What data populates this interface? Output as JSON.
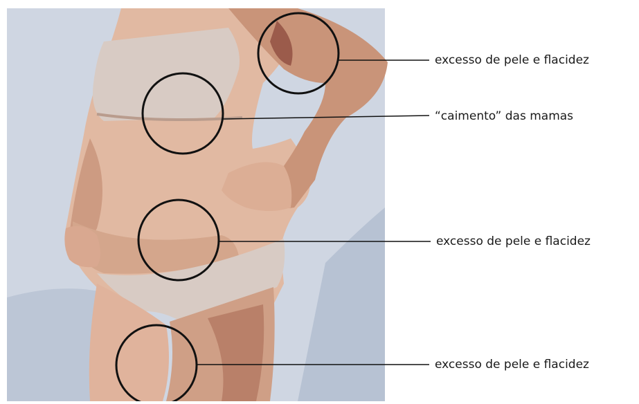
{
  "colors": {
    "background_panel": "#cfd6e2",
    "skin_light": "#e6c7b3",
    "skin_mid": "#d8a98f",
    "skin_dark": "#a5725e",
    "underwear": "#d6cac3",
    "circle_stroke": "#111111",
    "leader_line": "#111111"
  },
  "annotations": [
    {
      "id": "arm",
      "text": "excesso de pele e flacidez"
    },
    {
      "id": "breasts",
      "text": "“caimento” das mamas"
    },
    {
      "id": "abdomen",
      "text": "excesso de pele e flacidez"
    },
    {
      "id": "thigh",
      "text": "excesso de pele e flacidez"
    }
  ]
}
